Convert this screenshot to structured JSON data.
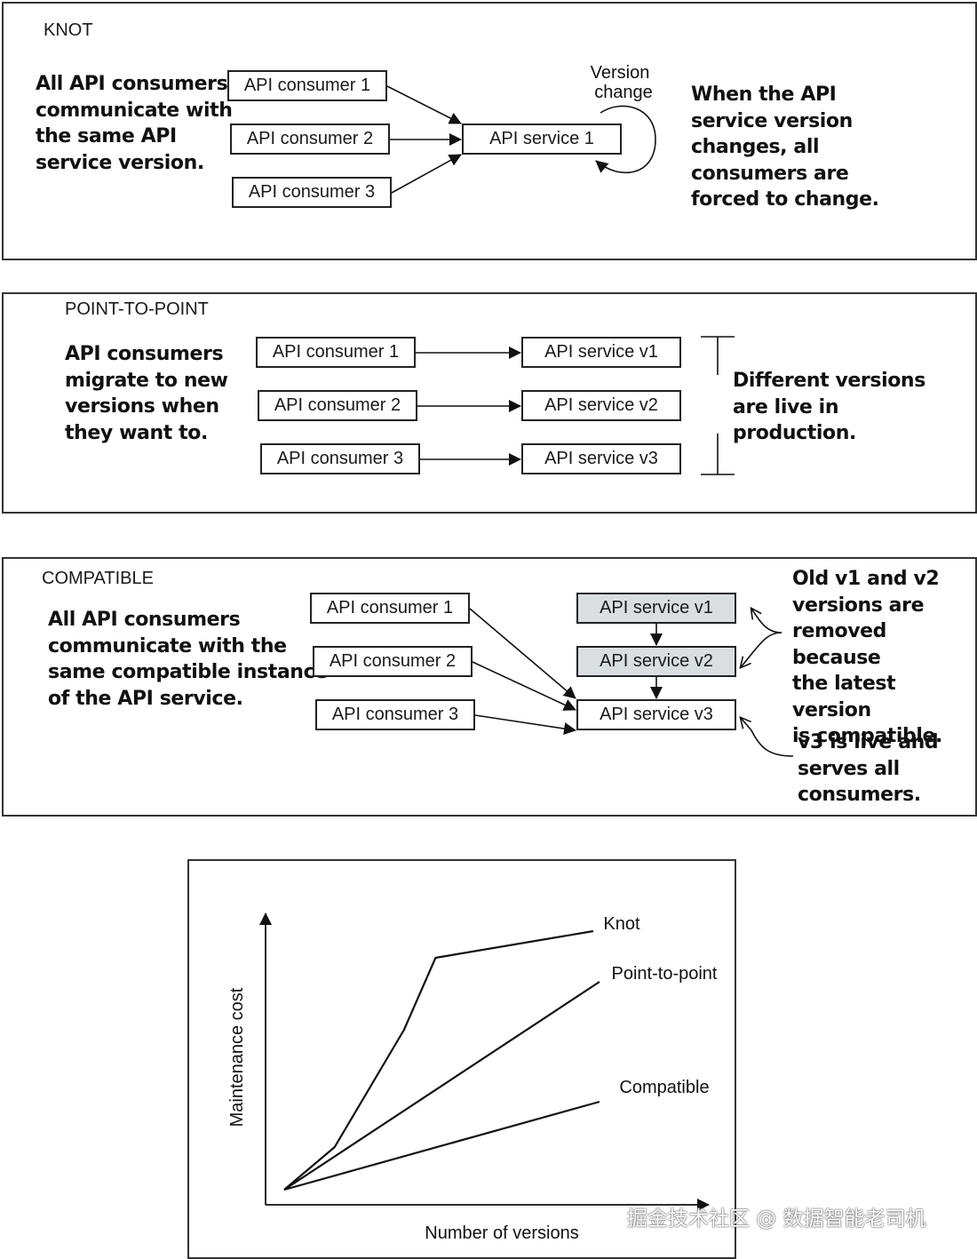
{
  "knot": {
    "title": "KNOT",
    "left_note": [
      "All API consumers",
      "communicate with",
      "the same API",
      "service version."
    ],
    "consumers": [
      "API consumer 1",
      "API consumer 2",
      "API consumer 3"
    ],
    "service": "API service 1",
    "version_change": [
      "Version",
      "change"
    ],
    "right_note": [
      "When the API",
      "service version",
      "changes, all",
      "consumers are",
      "forced to change."
    ]
  },
  "p2p": {
    "title": "POINT-TO-POINT",
    "left_note": [
      "API consumers",
      "migrate to new",
      "versions when",
      "they want to."
    ],
    "consumers": [
      "API consumer 1",
      "API consumer 2",
      "API consumer 3"
    ],
    "services": [
      "API service v1",
      "API service v2",
      "API service v3"
    ],
    "right_note": [
      "Different versions",
      "are live in",
      "production."
    ]
  },
  "compatible": {
    "title": "COMPATIBLE",
    "left_note": [
      "All API consumers",
      "communicate with the",
      "same compatible instance",
      "of the API service."
    ],
    "consumers": [
      "API consumer 1",
      "API consumer 2",
      "API consumer 3"
    ],
    "services": [
      "API service v1",
      "API service v2",
      "API service v3"
    ],
    "removed_note": [
      "Old v1 and v2",
      "versions are",
      "removed because",
      "the latest version",
      "is compatible."
    ],
    "live_note": [
      "v3 is live and",
      "serves all",
      "consumers."
    ],
    "colors": {
      "removed_fill": "#d9dfe1"
    }
  },
  "chart_data": {
    "type": "line",
    "xlabel": "Number of versions",
    "ylabel": "Maintenance cost",
    "grid": false,
    "legend": "inline labels at line ends",
    "axes_numeric_ticks": false,
    "x_range": [
      0,
      10
    ],
    "y_range": [
      0,
      10
    ],
    "series": [
      {
        "name": "Knot",
        "x": [
          0,
          1.6,
          3.8,
          4.8,
          9.8
        ],
        "y": [
          0,
          1.6,
          6.0,
          8.7,
          9.7
        ]
      },
      {
        "name": "Point-to-point",
        "x": [
          0,
          10
        ],
        "y": [
          0,
          7.8
        ]
      },
      {
        "name": "Compatible",
        "x": [
          0,
          10
        ],
        "y": [
          0,
          3.3
        ]
      }
    ]
  },
  "watermark": "掘金技术社区 @ 数据智能老司机"
}
